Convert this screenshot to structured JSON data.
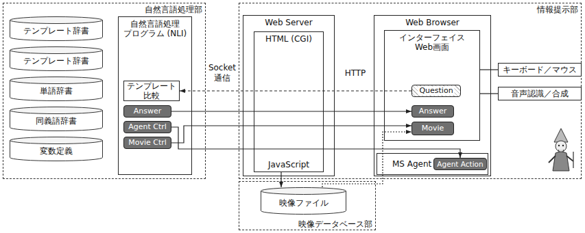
{
  "diagram": {
    "nodes": [
      {
        "text": [
          "自然言語処理部"
        ]
      },
      {
        "text": [
          "テンプレート辞書"
        ],
        "in": 0
      },
      {
        "text": [
          "テンプレート辞書"
        ],
        "in": 0
      },
      {
        "text": [
          "単語辞書"
        ],
        "in": 0
      },
      {
        "text": [
          "同義語辞書"
        ],
        "in": 0
      },
      {
        "text": [
          "変数定義"
        ],
        "in": 0
      },
      {
        "text": [
          "自然言語処理 プログラム (NLI)"
        ],
        "in": 0
      },
      {
        "text": [
          "テンプレート 比較"
        ],
        "in": 6
      },
      {
        "text": [
          "Answer"
        ],
        "in": 6
      },
      {
        "text": [
          "Agent Ctrl"
        ],
        "in": 6
      },
      {
        "text": [
          "Movie Ctrl"
        ],
        "in": 6
      },
      {
        "text": [
          "情報提示部"
        ]
      },
      {
        "text": [
          "Web Server"
        ],
        "in": 11
      },
      {
        "text": [
          "HTML (CGI)",
          "JavaScript"
        ],
        "in": 12
      },
      {
        "text": [
          "Web Browser"
        ],
        "in": 11
      },
      {
        "text": [
          "インターフェイス Web画面"
        ],
        "in": 14
      },
      {
        "text": [
          "Question"
        ],
        "in": 15
      },
      {
        "text": [
          "Answer"
        ],
        "in": 15
      },
      {
        "text": [
          "Movie"
        ],
        "in": 15
      },
      {
        "text": [
          "MS Agent"
        ],
        "in": 14
      },
      {
        "text": [
          "Agent Action"
        ],
        "in": 19
      },
      {
        "text": [
          "キーボード／マウス"
        ],
        "in": 11
      },
      {
        "text": [
          "音声認識／合成"
        ],
        "in": 11
      },
      {
        "text": [
          "映像データベース部"
        ]
      },
      {
        "text": [
          "映像ファイル"
        ],
        "in": 23
      }
    ],
    "edges": [
      {
        "from": 16,
        "to": 7,
        "arrow": "to"
      },
      {
        "from": 8,
        "to": 17,
        "arrow": "to"
      },
      {
        "from": 9,
        "to": 20,
        "arrow": "to"
      },
      {
        "from": 10,
        "to": 18,
        "arrow": "to"
      },
      {
        "from": 13,
        "to": 24,
        "arrow": "to"
      },
      {
        "from": 24,
        "to": 18,
        "arrow": "to"
      },
      {
        "from": 15,
        "to": 21,
        "arrow": "none"
      },
      {
        "from": 15,
        "to": 22,
        "arrow": "none"
      }
    ],
    "labels": [
      "Socket 通信",
      "HTTP"
    ]
  }
}
